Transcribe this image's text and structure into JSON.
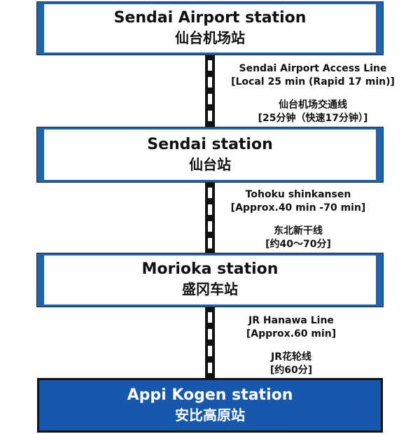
{
  "colors": {
    "station_border": "#1e63b0",
    "final_station_fill": "#1558ae",
    "track": "#111111",
    "text": "#111111"
  },
  "stations": [
    {
      "name_en": "Sendai Airport station",
      "name_zh": "仙台机场站"
    },
    {
      "name_en": "Sendai station",
      "name_zh": "仙台站"
    },
    {
      "name_en": "Morioka station",
      "name_zh": "盛冈车站"
    },
    {
      "name_en": "Appi Kogen station",
      "name_zh": "安比高原站"
    }
  ],
  "routes": [
    {
      "line_en": "Sendai Airport Access Line",
      "time_en": "[Local 25 min (Rapid 17 min)]",
      "line_zh": "仙台机场交通线",
      "time_zh": "[25分钟（快速17分钟）]"
    },
    {
      "line_en": "Tohoku shinkansen",
      "time_en": "[Approx.40 min -70 min]",
      "line_zh": "东北新干线",
      "time_zh": "[约40～70分]"
    },
    {
      "line_en": "JR Hanawa Line",
      "time_en": "[Approx.60 min]",
      "line_zh": "JR花轮线",
      "time_zh": "[约60分]"
    }
  ]
}
